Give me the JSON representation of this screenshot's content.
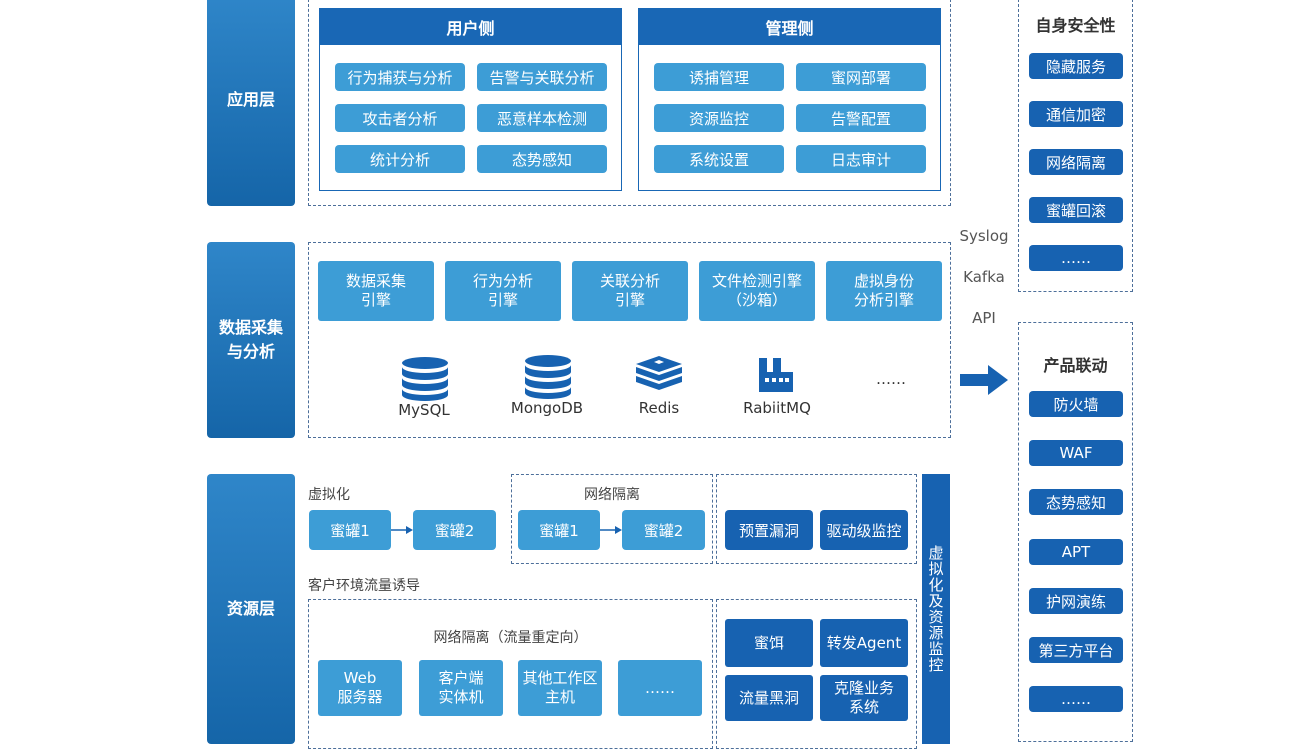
{
  "layers": {
    "app": "应用层",
    "data": "数据采集\n与分析",
    "resource": "资源层"
  },
  "user_panel": {
    "title": "用户侧",
    "items": [
      "行为捕获与分析",
      "告警与关联分析",
      "攻击者分析",
      "恶意样本检测",
      "统计分析",
      "态势感知"
    ]
  },
  "admin_panel": {
    "title": "管理侧",
    "items": [
      "诱捕管理",
      "蜜网部署",
      "资源监控",
      "告警配置",
      "系统设置",
      "日志审计"
    ]
  },
  "engines": [
    "数据采集\n引擎",
    "行为分析\n引擎",
    "关联分析\n引擎",
    "文件检测引擎\n（沙箱）",
    "虚拟身份\n分析引擎"
  ],
  "databases": [
    "MySQL",
    "MongoDB",
    "Redis",
    "RabiitMQ"
  ],
  "databases_more": "……",
  "protocols": [
    "Syslog",
    "Kafka",
    "API"
  ],
  "resource": {
    "virtualization_label": "虚拟化",
    "virt_pots": [
      "蜜罐1",
      "蜜罐2"
    ],
    "isolation_label": "网络隔离",
    "iso_pots": [
      "蜜罐1",
      "蜜罐2"
    ],
    "monitor_items": [
      "预置漏洞",
      "驱动级监控"
    ],
    "traffic_label": "客户环境流量诱导",
    "redirect_label": "网络隔离（流量重定向）",
    "hosts": [
      "Web\n服务器",
      "客户端\n实体机",
      "其他工作区\n主机",
      "……"
    ],
    "tools": [
      "蜜饵",
      "转发Agent",
      "流量黑洞",
      "克隆业务\n系统"
    ],
    "vertical_bar": "虚拟化及资源监控"
  },
  "self_security": {
    "title": "自身安全性",
    "items": [
      "隐藏服务",
      "通信加密",
      "网络隔离",
      "蜜罐回滚",
      "……"
    ]
  },
  "linkage": {
    "title": "产品联动",
    "items": [
      "防火墙",
      "WAF",
      "态势感知",
      "APT",
      "护网演练",
      "第三方平台",
      "……"
    ]
  },
  "colors": {
    "layer": "#1f72b8",
    "panel_head": "#1967b5",
    "pill": "#3d9dd6",
    "navy": "#1762b1"
  }
}
